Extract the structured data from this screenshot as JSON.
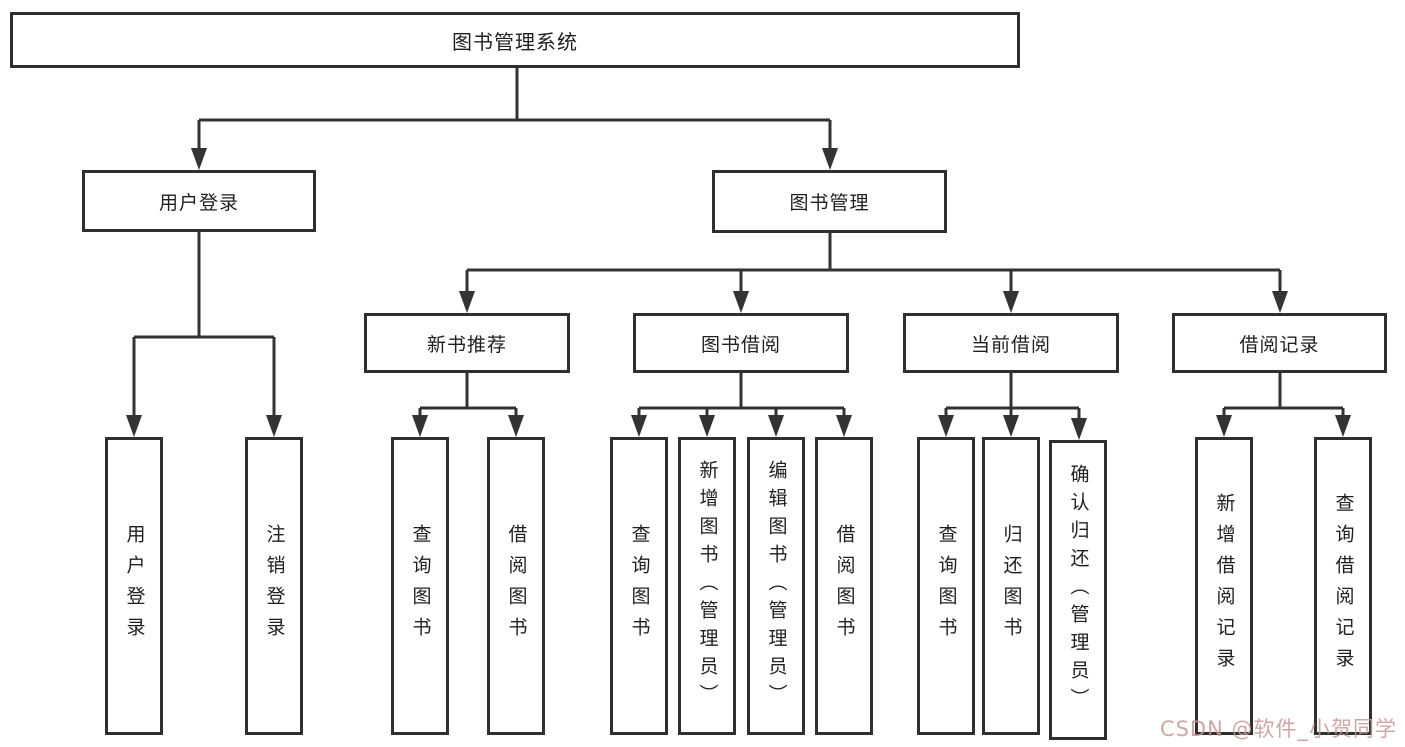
{
  "tree": {
    "root": {
      "label": "图书管理系统",
      "children": [
        {
          "label": "用户登录",
          "children": [
            {
              "label": "用户登录"
            },
            {
              "label": "注销登录"
            }
          ]
        },
        {
          "label": "图书管理",
          "children": [
            {
              "label": "新书推荐",
              "children": [
                {
                  "label": "查询图书"
                },
                {
                  "label": "借阅图书"
                }
              ]
            },
            {
              "label": "图书借阅",
              "children": [
                {
                  "label": "查询图书"
                },
                {
                  "label": "新增图书（管理员）"
                },
                {
                  "label": "编辑图书（管理员）"
                },
                {
                  "label": "借阅图书"
                }
              ]
            },
            {
              "label": "当前借阅",
              "children": [
                {
                  "label": "查询图书"
                },
                {
                  "label": "归还图书"
                },
                {
                  "label": "确认归还（管理员）"
                }
              ]
            },
            {
              "label": "借阅记录",
              "children": [
                {
                  "label": "新增借阅记录"
                },
                {
                  "label": "查询借阅记录"
                }
              ]
            }
          ]
        }
      ]
    }
  },
  "watermark": {
    "text": "CSDN @软件_小贺同学"
  },
  "colors": {
    "line": "#333333",
    "box_border": "#2f2f2f",
    "text": "#1f1f1f",
    "background": "#ffffff",
    "watermark": "#c49893"
  }
}
